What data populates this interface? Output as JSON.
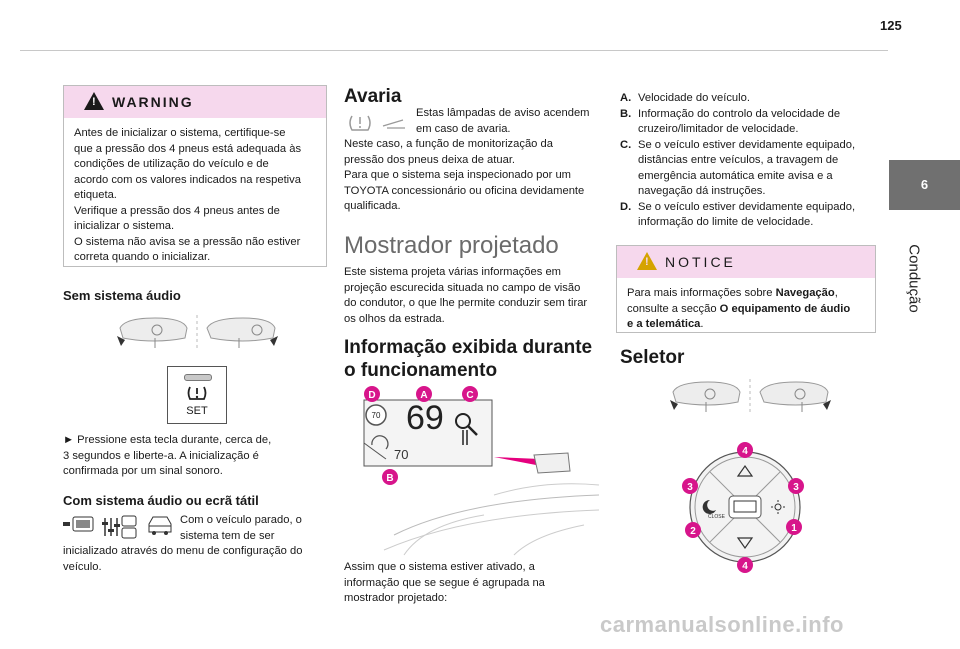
{
  "page_number": "125",
  "side_tab": {
    "number": "6",
    "title": "Condução"
  },
  "warning": {
    "title": "WARNING",
    "lines": [
      "Antes de inicializar o sistema, certifique-se",
      "que a pressão dos 4 pneus está adequada às",
      "condições de utilização do veículo e de",
      "acordo com os valores indicados na respetiva",
      "etiqueta.",
      "Verifique a pressão dos 4 pneus antes de",
      "inicializar o sistema.",
      "O sistema não avisa se a pressão não estiver",
      "correta quando o inicializar."
    ]
  },
  "sem_audio": {
    "heading": "Sem sistema áudio",
    "button_label": "SET",
    "text_lines": [
      "► Pressione esta tecla durante, cerca de,",
      "3 segundos e liberte-a. A inicialização é",
      "confirmada por um sinal sonoro."
    ]
  },
  "com_audio": {
    "heading": "Com sistema áudio ou ecrã tátil",
    "text_inline": [
      "Com o veículo parado, o",
      "sistema tem de ser"
    ],
    "text_lines": [
      "inicializado através do menu de configuração do",
      "veículo."
    ]
  },
  "avaria": {
    "heading": "Avaria",
    "inline_lines": [
      "Estas lâmpadas de aviso acendem",
      "em caso de avaria."
    ],
    "lines": [
      "Neste caso, a função de monitorização da",
      "pressão dos pneus deixa de atuar.",
      "Para que o sistema seja inspecionado por um",
      "TOYOTA concessionário ou oficina devidamente",
      "qualificada."
    ]
  },
  "mostrador": {
    "heading": "Mostrador projetado",
    "lines": [
      "Este sistema projeta várias informações em",
      "projeção escurecida situada no campo de visão",
      "do condutor, o que lhe permite conduzir sem tirar",
      "os olhos da estrada."
    ]
  },
  "informacao": {
    "heading_lines": [
      "Informação exibida durante",
      "o funcionamento"
    ],
    "hud": {
      "speed": "69",
      "limit_sign": "70",
      "set_speed": "70"
    },
    "callouts": {
      "A": "A",
      "B": "B",
      "C": "C",
      "D": "D"
    },
    "caption_lines": [
      "Assim que o sistema estiver ativado, a",
      "informação que se segue é agrupada na",
      "mostrador projetado:"
    ]
  },
  "legend": [
    {
      "key": "A.",
      "lines": [
        "Velocidade do veículo."
      ]
    },
    {
      "key": "B.",
      "lines": [
        "Informação do controlo da velocidade de",
        "cruzeiro/limitador de velocidade."
      ]
    },
    {
      "key": "C.",
      "lines": [
        "Se o veículo estiver devidamente equipado,",
        "distâncias entre veículos, a travagem de",
        "emergência automática emite avisa e a",
        "navegação dá instruções."
      ]
    },
    {
      "key": "D.",
      "lines": [
        "Se o veículo estiver devidamente equipado,",
        "informação do limite de velocidade."
      ]
    }
  ],
  "notice": {
    "title": "NOTICE",
    "line1": "Para mais informações sobre ",
    "line1_bold": "Navegação",
    "line1_end": ",",
    "line2": "consulte a secção ",
    "line2_bold": "O equipamento de áudio",
    "line3_bold": "e a telemática",
    "line3_end": "."
  },
  "seletor": {
    "heading": "Seletor",
    "close_label": "CLOSE",
    "callouts": [
      "1",
      "2",
      "3",
      "3",
      "4",
      "4"
    ]
  },
  "watermark": "carmanualsonline.info"
}
